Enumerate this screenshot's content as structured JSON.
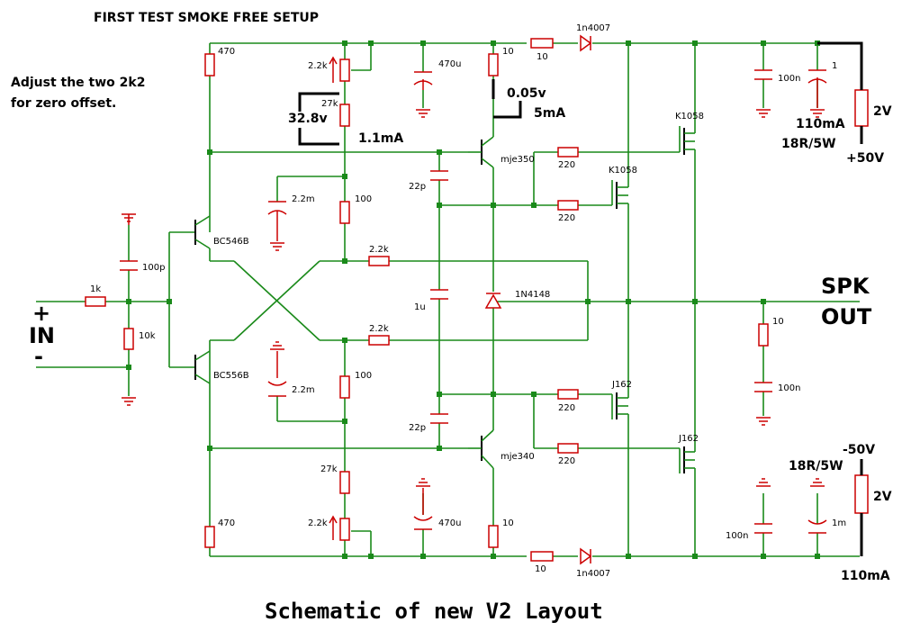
{
  "header": {
    "title": "FIRST TEST SMOKE FREE SETUP",
    "note_line1": "Adjust the two 2k2",
    "note_line2": "for zero offset."
  },
  "footer": {
    "caption": "Schematic of new V2 Layout"
  },
  "io": {
    "in_plus": "+",
    "in_label": "IN",
    "in_minus": "-",
    "out_line1": "SPK",
    "out_line2": "OUT"
  },
  "measurements": {
    "v_top": "32.8v",
    "i_top": "1.1mA",
    "v_emitter": "0.05v",
    "i_emitter": "5mA",
    "i_rail_top": "110mA",
    "v_rail_top": "2V",
    "r_rail_top": "18R/5W",
    "supply_pos": "+50V",
    "supply_neg": "-50V",
    "r_rail_bot": "18R/5W",
    "v_rail_bot": "2V",
    "i_rail_bot": "110mA"
  },
  "components": {
    "r470_top": "470",
    "pot_top": "2.2k",
    "r27k_top": "27k",
    "c470u_top": "470u",
    "r10_top": "10",
    "r10_rail_top": "10",
    "d_top": "1n4007",
    "c100n_top": "100n",
    "c1_top": "1",
    "q_k1058_a": "K1058",
    "q_mje350": "mje350",
    "r220_a": "220",
    "q_k1058_b": "K1058",
    "r220_b": "220",
    "c22p_top": "22p",
    "c2m2_top": "2.2m",
    "r100_top": "100",
    "r2k2_top": "2.2k",
    "q_bc546": "BC546B",
    "c100p": "100p",
    "r1k": "1k",
    "r10k": "10k",
    "c1u": "1u",
    "d_1n4148": "1N4148",
    "r10_out": "10",
    "c100n_out": "100n",
    "r2k2_bot": "2.2k",
    "q_bc556": "BC556B",
    "c2m2_bot": "2.2m",
    "r100_bot": "100",
    "q_j162_a": "J162",
    "r220_c": "220",
    "c22p_bot": "22p",
    "q_mje340": "mje340",
    "r220_d": "220",
    "q_j162_b": "J162",
    "r27k_bot": "27k",
    "pot_bot": "2.2k",
    "c470u_bot": "470u",
    "r10_bot": "10",
    "r470_bot": "470",
    "c100n_bot": "100n",
    "c1m_bot": "1m",
    "r10_rail_bot": "10",
    "d_bot": "1n4007"
  }
}
